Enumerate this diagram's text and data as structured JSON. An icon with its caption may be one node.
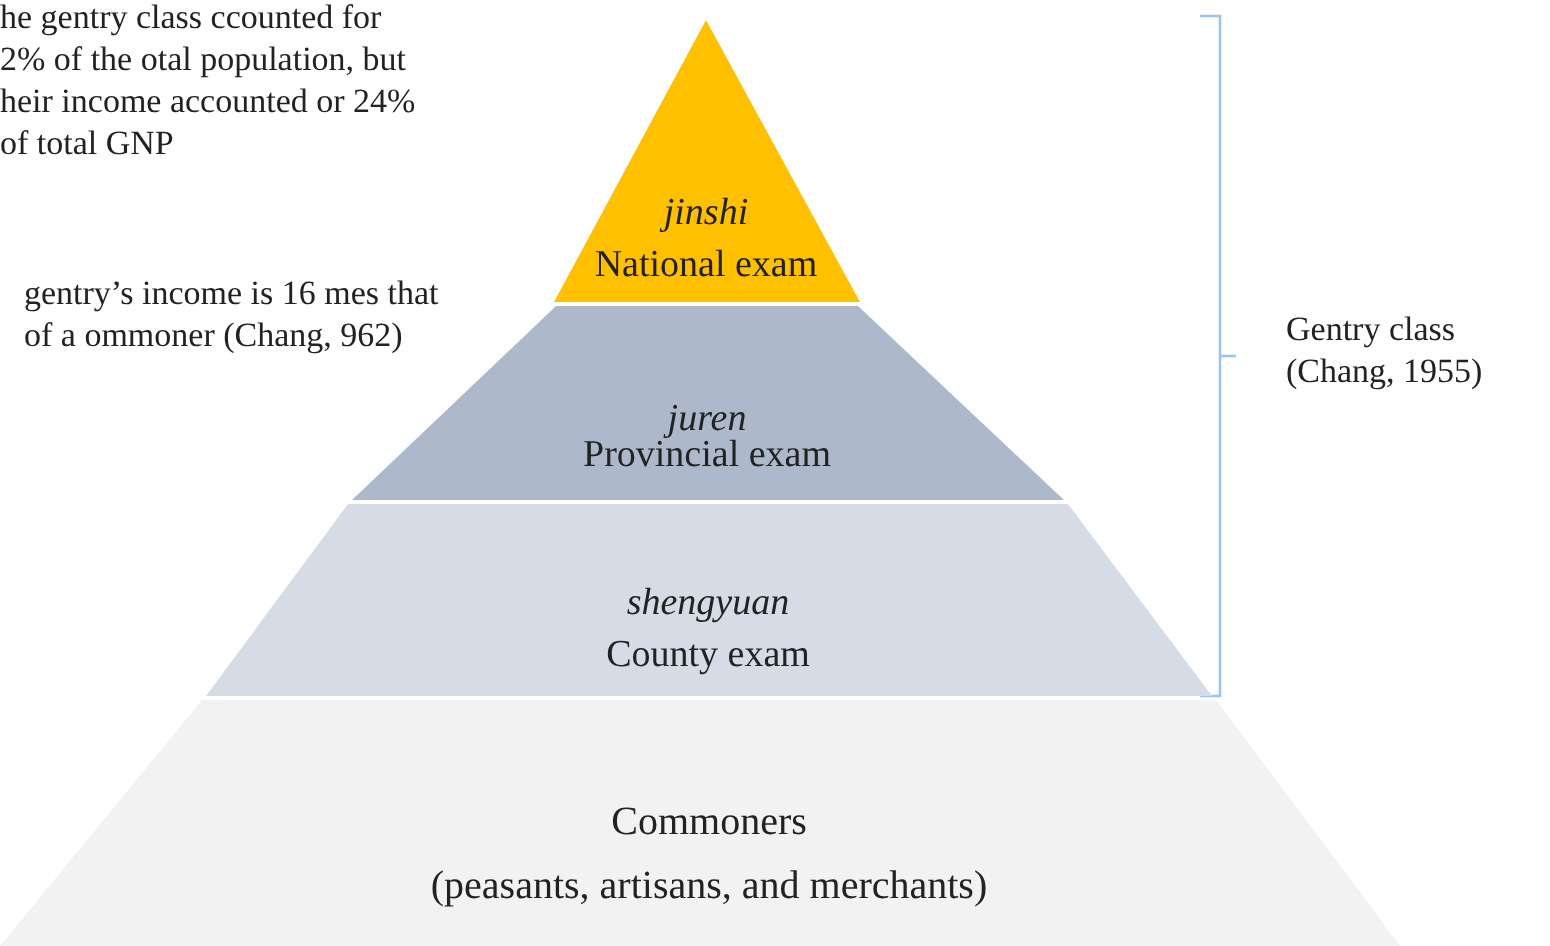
{
  "diagram": {
    "nodes": [
      {
        "text": [
          "jinshi",
          "National exam"
        ]
      },
      {
        "text": [
          "juren",
          "Provincial exam"
        ]
      },
      {
        "text": [
          "shengyuan",
          "County exam"
        ]
      },
      {
        "text": [
          "Commoners",
          "(peasants, artisans, and merchants)"
        ]
      }
    ],
    "edges": [],
    "labels": [
      "he gentry class ccounted for 2% of the otal population, but heir income accounted or 24% of total GNP",
      "gentry’s income is 16 mes that of a ommoner (Chang, 962)",
      "Gentry class (Chang, 1955)"
    ]
  }
}
